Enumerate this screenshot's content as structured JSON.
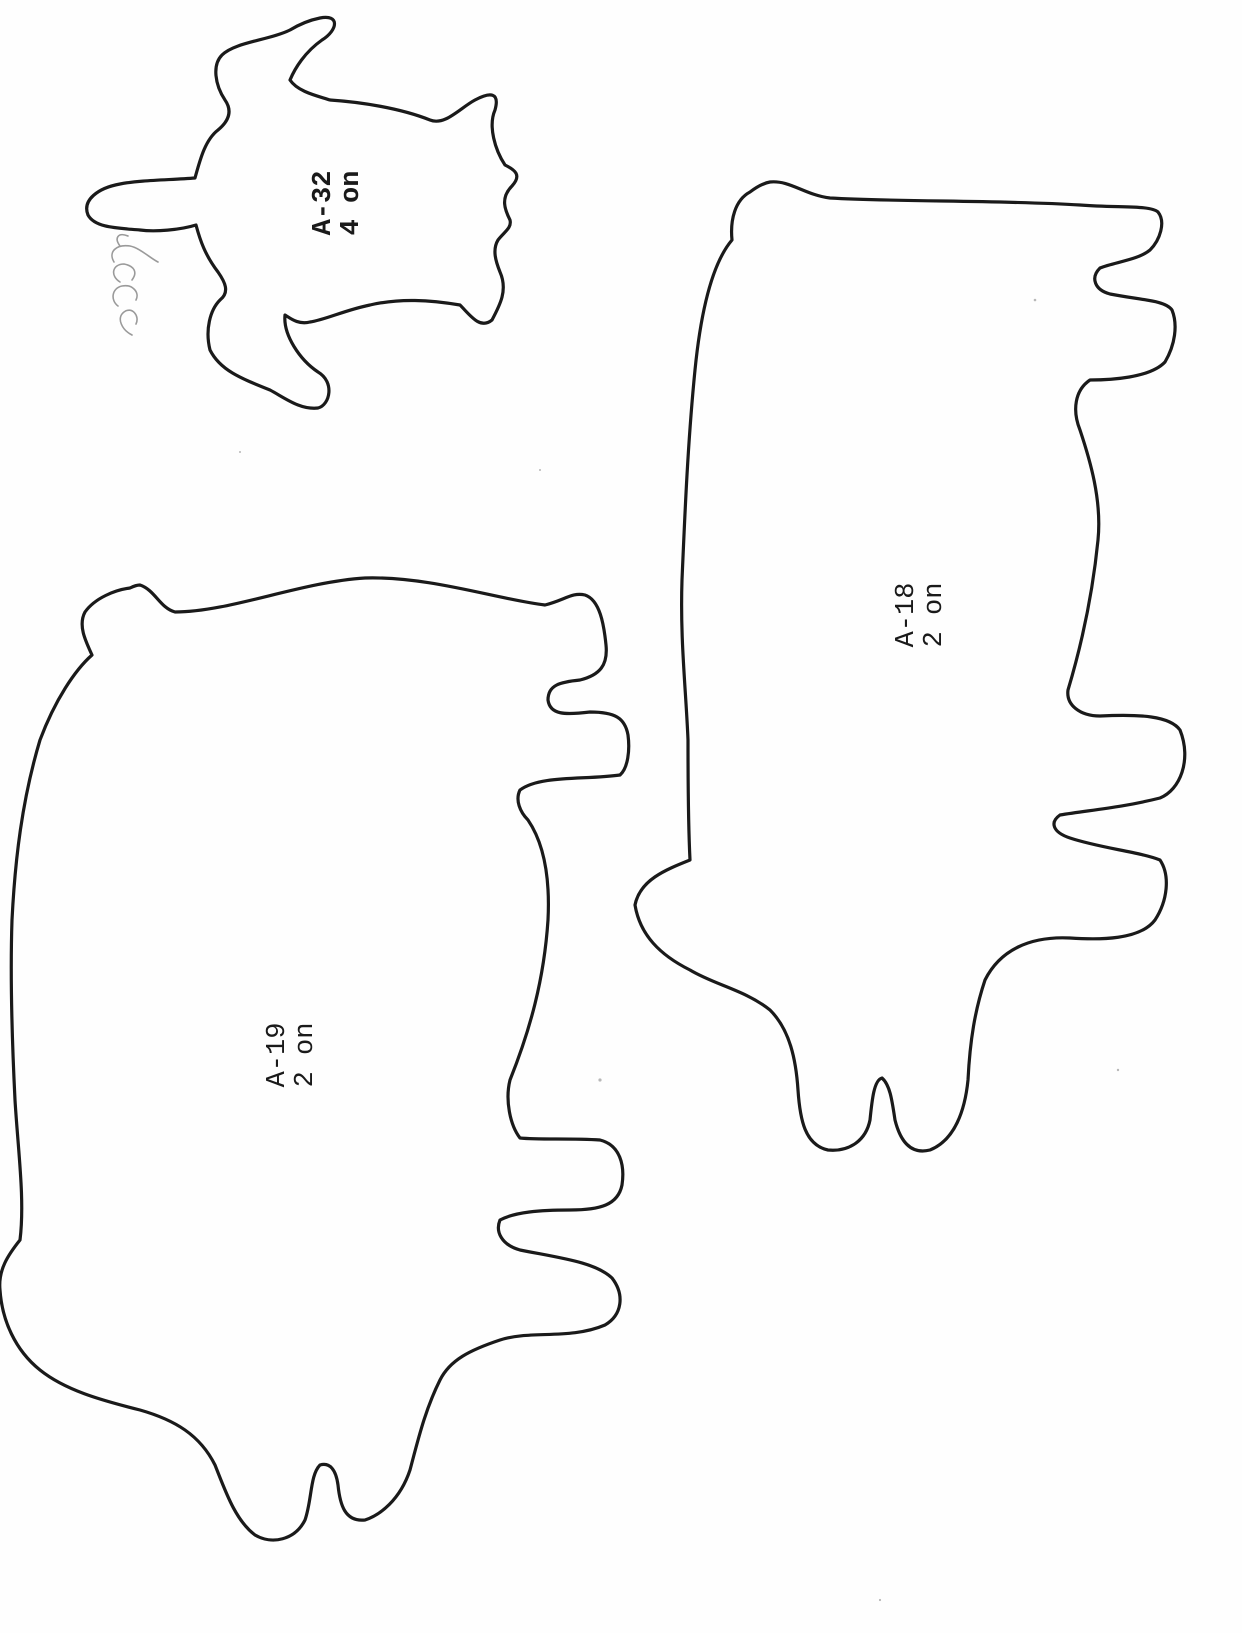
{
  "pieces": [
    {
      "id": "a32",
      "name": "A-32",
      "quantity": "4 on"
    },
    {
      "id": "a18",
      "name": "A-18",
      "quantity": "2 on"
    },
    {
      "id": "a19",
      "name": "A-19",
      "quantity": "2 on"
    }
  ],
  "handwriting": "ᴽᵃᵉᵍ",
  "colors": {
    "outline": "#1a1a1a",
    "paper": "#fefefe",
    "pencil": "#9a9a9a"
  }
}
